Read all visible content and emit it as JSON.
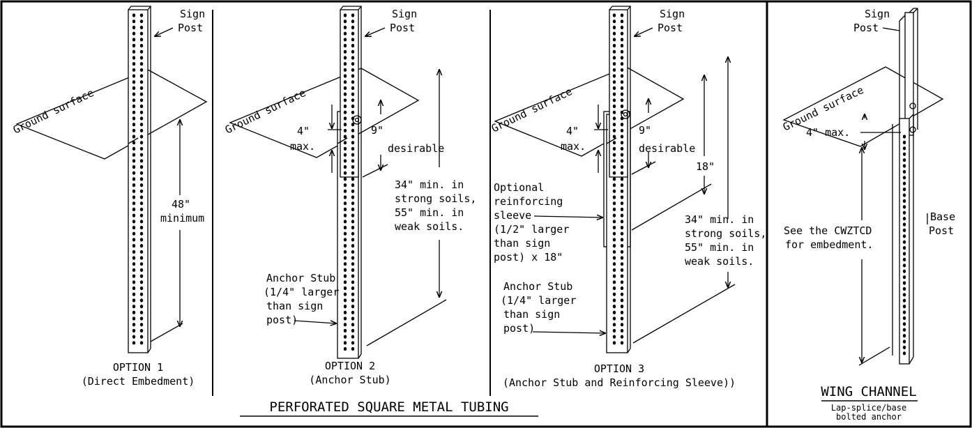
{
  "colors": {
    "ink": "#000000",
    "paper": "#ffffff"
  },
  "option1": {
    "sign_post": [
      "Sign",
      "Post"
    ],
    "ground_surface": "Ground surface",
    "depth": [
      "48\"",
      "minimum"
    ],
    "title": "OPTION 1",
    "subtitle": "(Direct Embedment)"
  },
  "option2": {
    "sign_post": [
      "Sign",
      "Post"
    ],
    "ground_surface": "Ground surface",
    "max": [
      "4\"",
      "max."
    ],
    "desirable": [
      "9\"",
      "desirable"
    ],
    "depth": [
      "34\" min. in",
      "strong soils,",
      "55\" min. in",
      "weak soils."
    ],
    "anchor_stub": [
      "Anchor Stub",
      "(1/4\" larger",
      "than sign",
      "post)"
    ],
    "title": "OPTION 2",
    "subtitle": "(Anchor Stub)"
  },
  "option3": {
    "sign_post": [
      "Sign",
      "Post"
    ],
    "ground_surface": "Ground surface",
    "max": [
      "4\"",
      "max."
    ],
    "desirable": [
      "9\"",
      "desirable"
    ],
    "sleeve_len": "18\"",
    "sleeve": [
      "Optional",
      "reinforcing",
      "sleeve",
      "(1/2\" larger",
      "than sign",
      "post) x 18\""
    ],
    "depth": [
      "34\" min. in",
      "strong soils,",
      "55\" min. in",
      "weak soils."
    ],
    "anchor_stub": [
      "Anchor Stub",
      "(1/4\" larger",
      "than sign",
      "post)"
    ],
    "title": "OPTION 3",
    "subtitle": "(Anchor Stub and Reinforcing Sleeve))"
  },
  "main_title": "PERFORATED SQUARE METAL TUBING",
  "wing": {
    "sign_post": [
      "Sign",
      "Post"
    ],
    "ground_surface": "Ground surface",
    "max": "4\" max.",
    "embed": [
      "See the CWZTCD",
      "for embedment."
    ],
    "base_post": [
      "Base",
      "Post"
    ],
    "title": "WING CHANNEL",
    "subtitle": [
      "Lap-splice/base",
      "bolted anchor"
    ]
  }
}
